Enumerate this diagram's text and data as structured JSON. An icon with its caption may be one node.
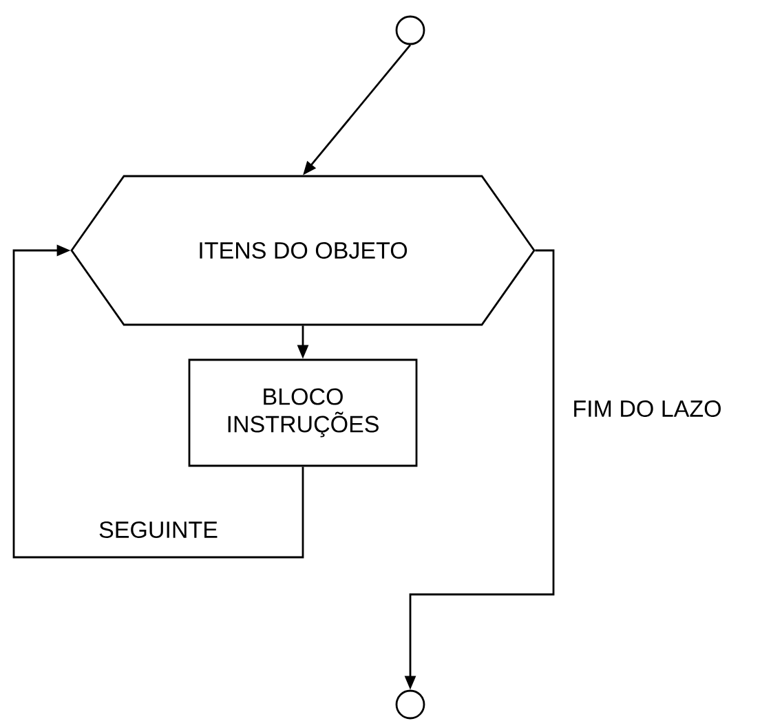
{
  "diagram": {
    "nodes": [
      {
        "text": [],
        "shape": "circle"
      },
      {
        "text": [
          "ITENS DO OBJETO"
        ]
      },
      {
        "text": [
          "BLOCO INSTRUÇÕES"
        ]
      },
      {
        "text": [],
        "shape": "circle"
      }
    ],
    "edges": [
      {
        "from": 0,
        "to": 1,
        "arrow": "to"
      },
      {
        "from": 1,
        "to": 2,
        "arrow": "to"
      },
      {
        "from": 2,
        "to": 1,
        "arrow": "to",
        "label": "SEGUINTE"
      },
      {
        "from": 1,
        "to": 3,
        "arrow": "to",
        "label": "FIM DO LAZO"
      }
    ]
  }
}
